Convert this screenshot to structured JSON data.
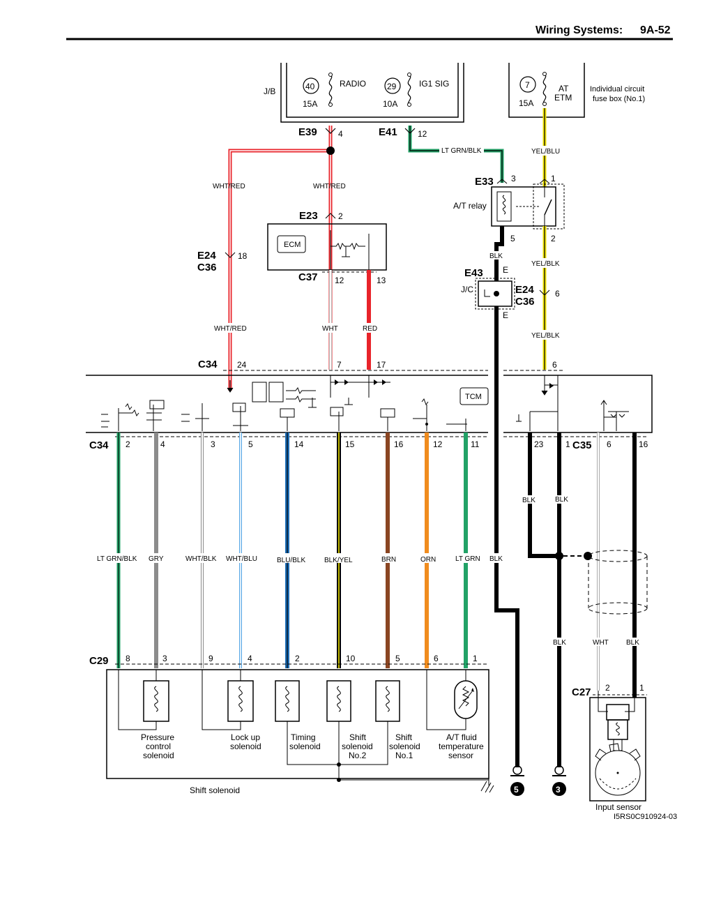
{
  "header": {
    "title": "Wiring Systems:",
    "page": "9A-52"
  },
  "fuses": {
    "jb_label": "J/B",
    "radio": {
      "num": "40",
      "name": "RADIO",
      "amp": "15A"
    },
    "ig1": {
      "num": "29",
      "name": "IG1 SIG",
      "amp": "10A"
    },
    "at": {
      "num": "7",
      "name1": "AT",
      "name2": "ETM",
      "amp": "15A"
    },
    "box_label1": "Individual circuit",
    "box_label2": "fuse box (No.1)"
  },
  "connectors": {
    "e39": "E39",
    "e41": "E41",
    "e33": "E33",
    "e23": "E23",
    "e24": "E24",
    "c36": "C36",
    "c37": "C37",
    "e43": "E43",
    "c34": "C34",
    "c35": "C35",
    "c29": "C29",
    "c27": "C27"
  },
  "pins": {
    "e39": "4",
    "e41": "12",
    "e33a": "3",
    "e33b": "1",
    "e23": "2",
    "e24": "18",
    "c37a": "12",
    "c37b": "13",
    "relay_a": "5",
    "relay_b": "2",
    "e43a": "E",
    "e43b": "E",
    "e24b": "6",
    "c34_top": [
      "24",
      "7",
      "17",
      "6"
    ],
    "c34_bottom": [
      "2",
      "4",
      "3",
      "5",
      "14",
      "15",
      "16",
      "12",
      "11"
    ],
    "c35": [
      "23",
      "1",
      "6",
      "16"
    ],
    "c29": [
      "8",
      "3",
      "9",
      "4",
      "2",
      "10",
      "5",
      "6",
      "1"
    ],
    "c27": [
      "2",
      "1"
    ]
  },
  "wires": {
    "ltgrnblk_top": "LT GRN/BLK",
    "yelblu": "YEL/BLU",
    "whtred1": "WHT/RED",
    "whtred2": "WHT/RED",
    "whtred3": "WHT/RED",
    "wht": "WHT",
    "red": "RED",
    "blk_relay": "BLK",
    "yelblk1": "YEL/BLK",
    "yelblk2": "YEL/BLK",
    "bottom": [
      "LT GRN/BLK",
      "GRY",
      "WHT/BLK",
      "WHT/BLU",
      "BLU/BLK",
      "BLK/YEL",
      "BRN",
      "ORN",
      "LT GRN",
      "BLK"
    ],
    "blk_a": "BLK",
    "blk_b": "BLK",
    "blk_c": "BLK",
    "wht_c": "WHT",
    "blk_d": "BLK"
  },
  "components": {
    "at_relay": "A/T relay",
    "ecm": "ECM",
    "tcm": "TCM",
    "jc": "J/C",
    "pressure1": "Pressure",
    "pressure2": "control",
    "pressure3": "solenoid",
    "lockup1": "Lock up",
    "lockup2": "solenoid",
    "timing1": "Timing",
    "timing2": "solenoid",
    "shift2a": "Shift",
    "shift2b": "solenoid",
    "shift2c": "No.2",
    "shift1a": "Shift",
    "shift1b": "solenoid",
    "shift1c": "No.1",
    "fluid1": "A/T fluid",
    "fluid2": "temperature",
    "fluid3": "sensor",
    "shift_solenoid": "Shift solenoid",
    "input_sensor": "Input sensor",
    "ground5": "5",
    "ground3": "3"
  },
  "figure_id": "I5RS0C910924-03",
  "colors": {
    "red": "#e8232a",
    "ltgreen": "#22a267",
    "yellow": "#f2e600",
    "gray": "#8c8c8c",
    "blue": "#1e6fb8",
    "brown": "#8a4522",
    "orange": "#f08c1e",
    "lightblue": "#5aa9e6"
  }
}
